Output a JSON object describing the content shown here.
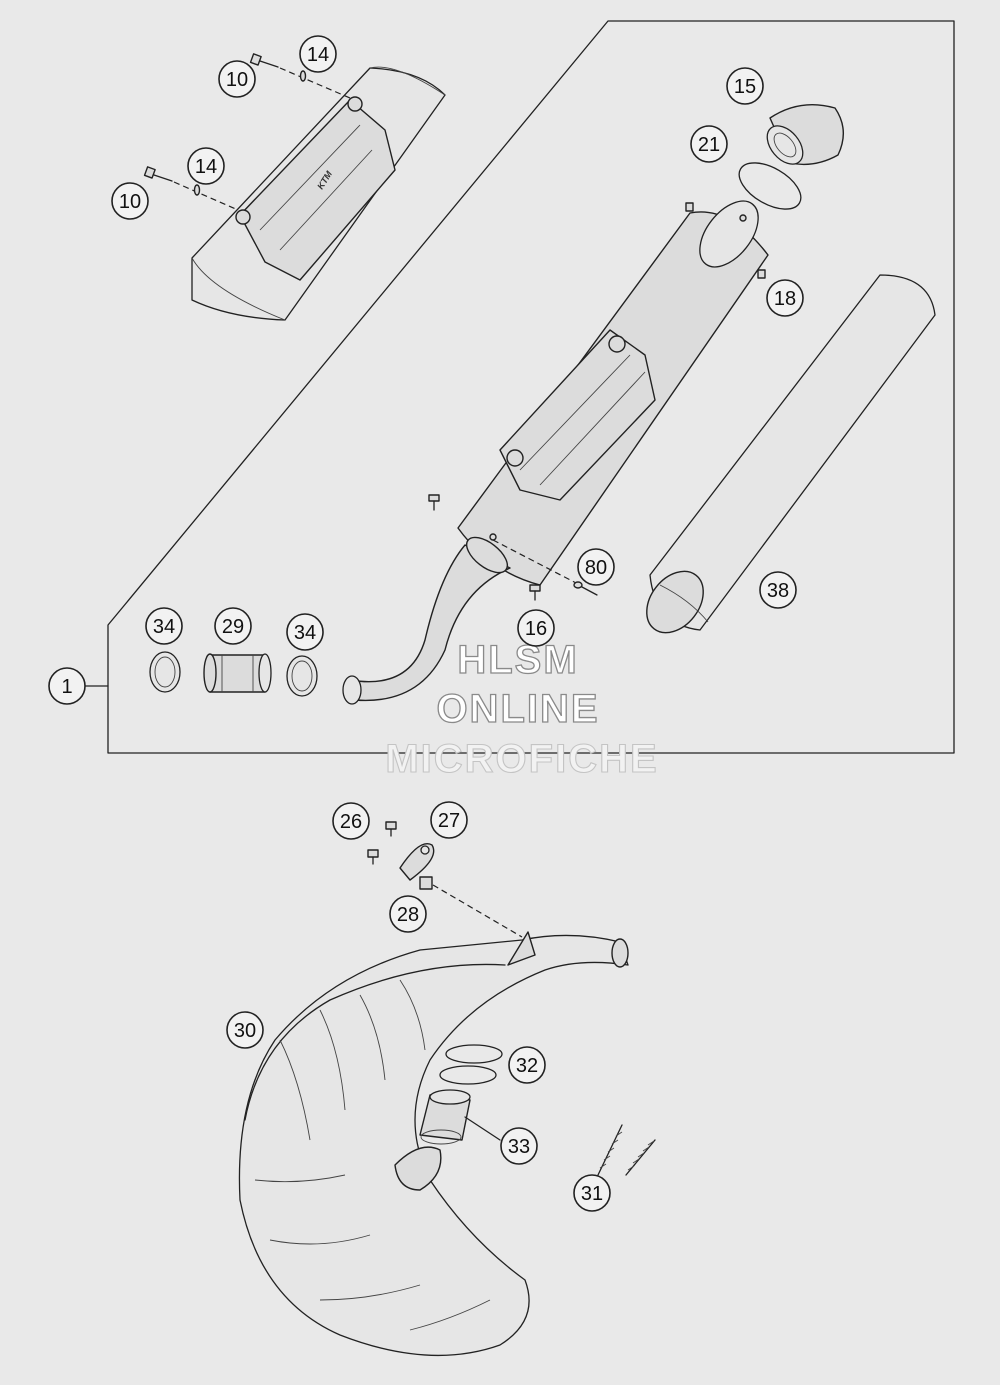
{
  "watermark": {
    "line1": "HLSM",
    "line2": "ONLINE",
    "line3": "MICROFICHE"
  },
  "callouts": [
    {
      "id": "c-1",
      "label": "1"
    },
    {
      "id": "c-10a",
      "label": "10"
    },
    {
      "id": "c-14a",
      "label": "14"
    },
    {
      "id": "c-10b",
      "label": "10"
    },
    {
      "id": "c-14b",
      "label": "14"
    },
    {
      "id": "c-15",
      "label": "15"
    },
    {
      "id": "c-21",
      "label": "21"
    },
    {
      "id": "c-18",
      "label": "18"
    },
    {
      "id": "c-80",
      "label": "80"
    },
    {
      "id": "c-38",
      "label": "38"
    },
    {
      "id": "c-16",
      "label": "16"
    },
    {
      "id": "c-34a",
      "label": "34"
    },
    {
      "id": "c-29",
      "label": "29"
    },
    {
      "id": "c-34b",
      "label": "34"
    },
    {
      "id": "c-26",
      "label": "26"
    },
    {
      "id": "c-27",
      "label": "27"
    },
    {
      "id": "c-28",
      "label": "28"
    },
    {
      "id": "c-30",
      "label": "30"
    },
    {
      "id": "c-32",
      "label": "32"
    },
    {
      "id": "c-33",
      "label": "33"
    },
    {
      "id": "c-31",
      "label": "31"
    }
  ],
  "guard_marking": "KTM"
}
